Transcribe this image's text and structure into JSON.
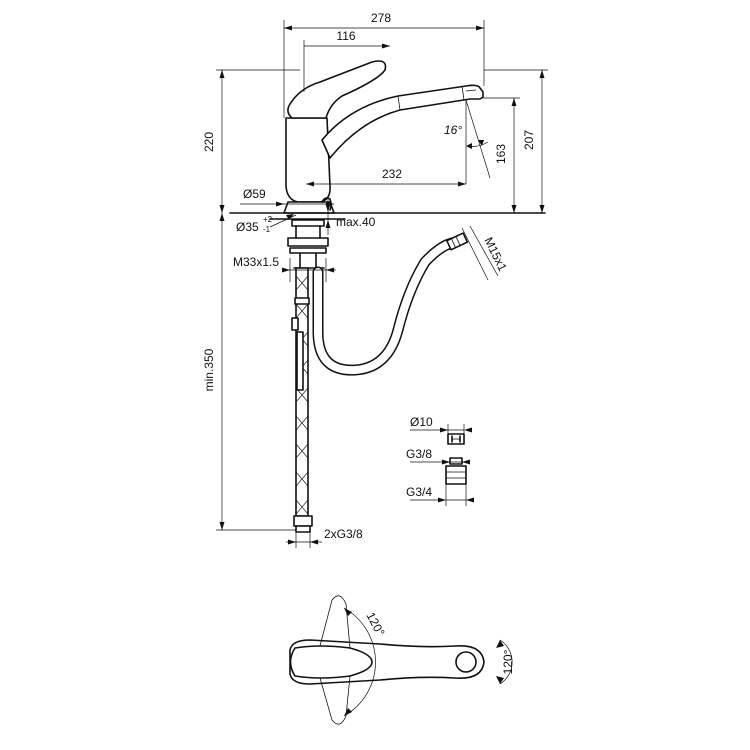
{
  "drawing": {
    "dimensions": {
      "overall_width": "278",
      "lever_offset": "116",
      "overall_height": "220",
      "spout_height": "207",
      "spray_angle": "16°",
      "outlet_height": "163",
      "reach": "232",
      "base_diameter": "Ø59",
      "hole_diameter": "Ø35",
      "hole_tol_upper": "+2",
      "hole_tol_lower": "-1",
      "max_thickness": "max.40",
      "hose_thread": "M15x1",
      "shank_thread": "M33x1.5",
      "hose_length": "min.350",
      "hose_connection": "2xG3/8",
      "adapter_diameter": "Ø10",
      "adapter_thread_small": "G3/8",
      "adapter_thread_large": "G3/4",
      "rotation_lever": "120°",
      "rotation_spout": "120°"
    }
  }
}
